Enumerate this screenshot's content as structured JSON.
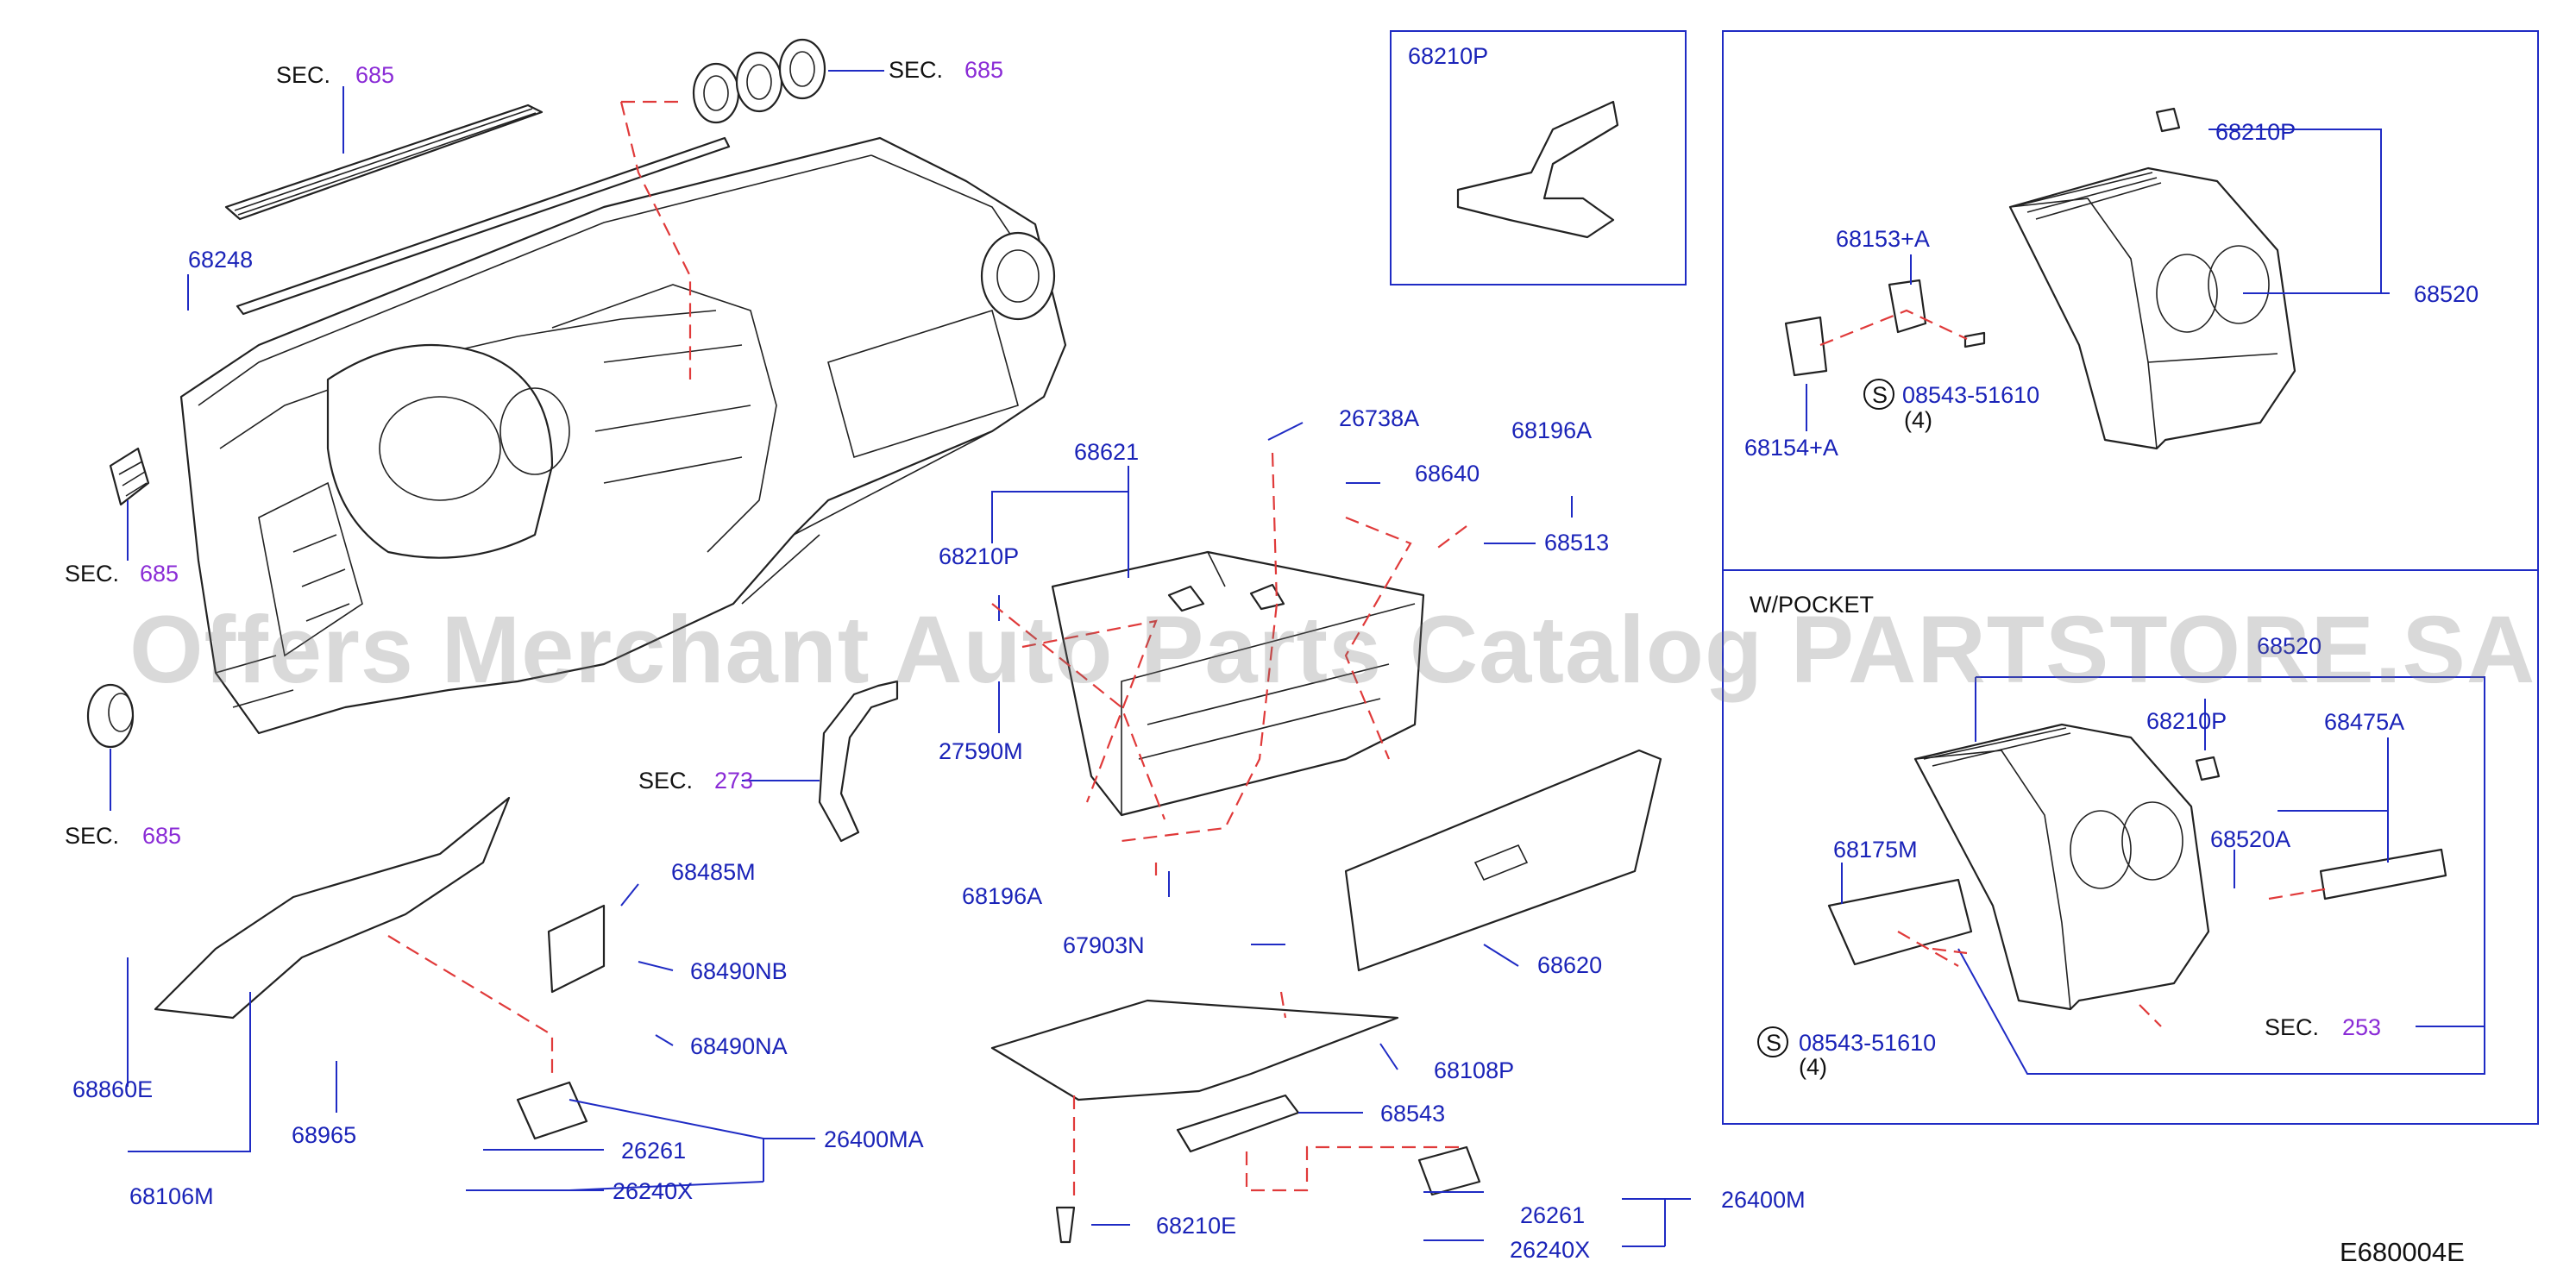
{
  "diagram_code": "E680004E",
  "watermark": "Offers Merchant Auto Parts Catalog PARTSTORE.SA",
  "panels": {
    "detail_box_1": "68210P",
    "pocket_box": "W/POCKET"
  },
  "labels": {
    "sec685_a_prefix": "SEC.",
    "sec685_a_num": "685",
    "sec685_b_prefix": "SEC.",
    "sec685_b_num": "685",
    "sec685_c_prefix": "SEC.",
    "sec685_c_num": "685",
    "sec685_d_prefix": "SEC.",
    "sec685_d_num": "685",
    "sec273_prefix": "SEC.",
    "sec273_num": "273",
    "sec253_prefix": "SEC.",
    "sec253_num": "253",
    "p68248": "68248",
    "p68621": "68621",
    "p68210P_a": "68210P",
    "p27590M": "27590M",
    "p26738A": "26738A",
    "p68640": "68640",
    "p68196A_a": "68196A",
    "p68513": "68513",
    "p68196A_b": "68196A",
    "p67903N": "67903N",
    "p68620": "68620",
    "p68108P": "68108P",
    "p68543": "68543",
    "p68210E": "68210E",
    "p26400M": "26400M",
    "p26261_b": "26261",
    "p26240X_b": "26240X",
    "p68485M": "68485M",
    "p68490NB": "68490NB",
    "p68490NA": "68490NA",
    "p68860E": "68860E",
    "p68965": "68965",
    "p68106M": "68106M",
    "p26261_a": "26261",
    "p26400MA": "26400MA",
    "p26240X_a": "26240X",
    "p68210P_b": "68210P",
    "p68153A": "68153+A",
    "p68520_a": "68520",
    "p68154A": "68154+A",
    "s_a": "S",
    "screw_a": "08543-51610",
    "qty_a": "(4)",
    "p68520_b": "68520",
    "p68210P_c": "68210P",
    "p68475A": "68475A",
    "p68175M": "68175M",
    "p68520A": "68520A",
    "s_b": "S",
    "screw_b": "08543-51610",
    "qty_b": "(4)"
  },
  "colors": {
    "part_number": "#1a23b8",
    "section_ref": "#8a2bd6",
    "leader_line": "#1f2bc4",
    "dashed_leader": "#e03a3a"
  }
}
